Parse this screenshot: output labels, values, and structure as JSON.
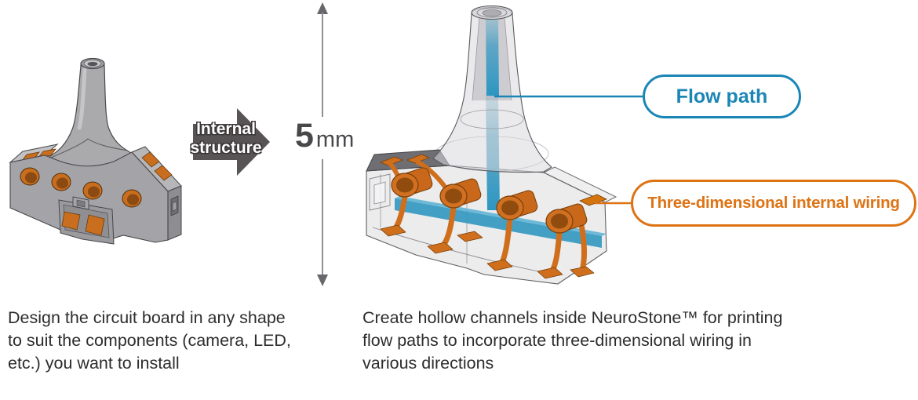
{
  "arrow": {
    "lines": [
      "Internal",
      "structure"
    ]
  },
  "dimension": {
    "value": "5",
    "unit": "mm"
  },
  "callouts": {
    "flow_path": {
      "label": "Flow path",
      "color": "#1b86b6"
    },
    "wiring": {
      "label": "Three-dimensional internal wiring",
      "color": "#dd7314"
    }
  },
  "models": {
    "left": {
      "name": "circuit-board-exterior",
      "material_color": "#a6a6a9",
      "pad_color": "#c96e1e"
    },
    "right": {
      "name": "circuit-board-internal-structure",
      "flow_channel_color": "#2d96c0",
      "wiring_color": "#cf6f1d"
    }
  },
  "captions": {
    "left": [
      "Design the circuit board in any shape",
      "to suit the components (camera, LED,",
      "etc.) you want to install"
    ],
    "right": [
      "Create hollow channels inside NeuroStone™  for printing",
      "flow paths to incorporate three-dimensional wiring in",
      "various directions"
    ]
  },
  "colors": {
    "flow_blue": "#1b86b6",
    "wiring_orange": "#dd7314",
    "copper": "#cf6f1d",
    "body_gray": "#a6a6a9",
    "arrow_gray": "#585354",
    "dimension_gray": "#909094",
    "text_dark": "#2d2d2f",
    "background": "#ffffff"
  }
}
